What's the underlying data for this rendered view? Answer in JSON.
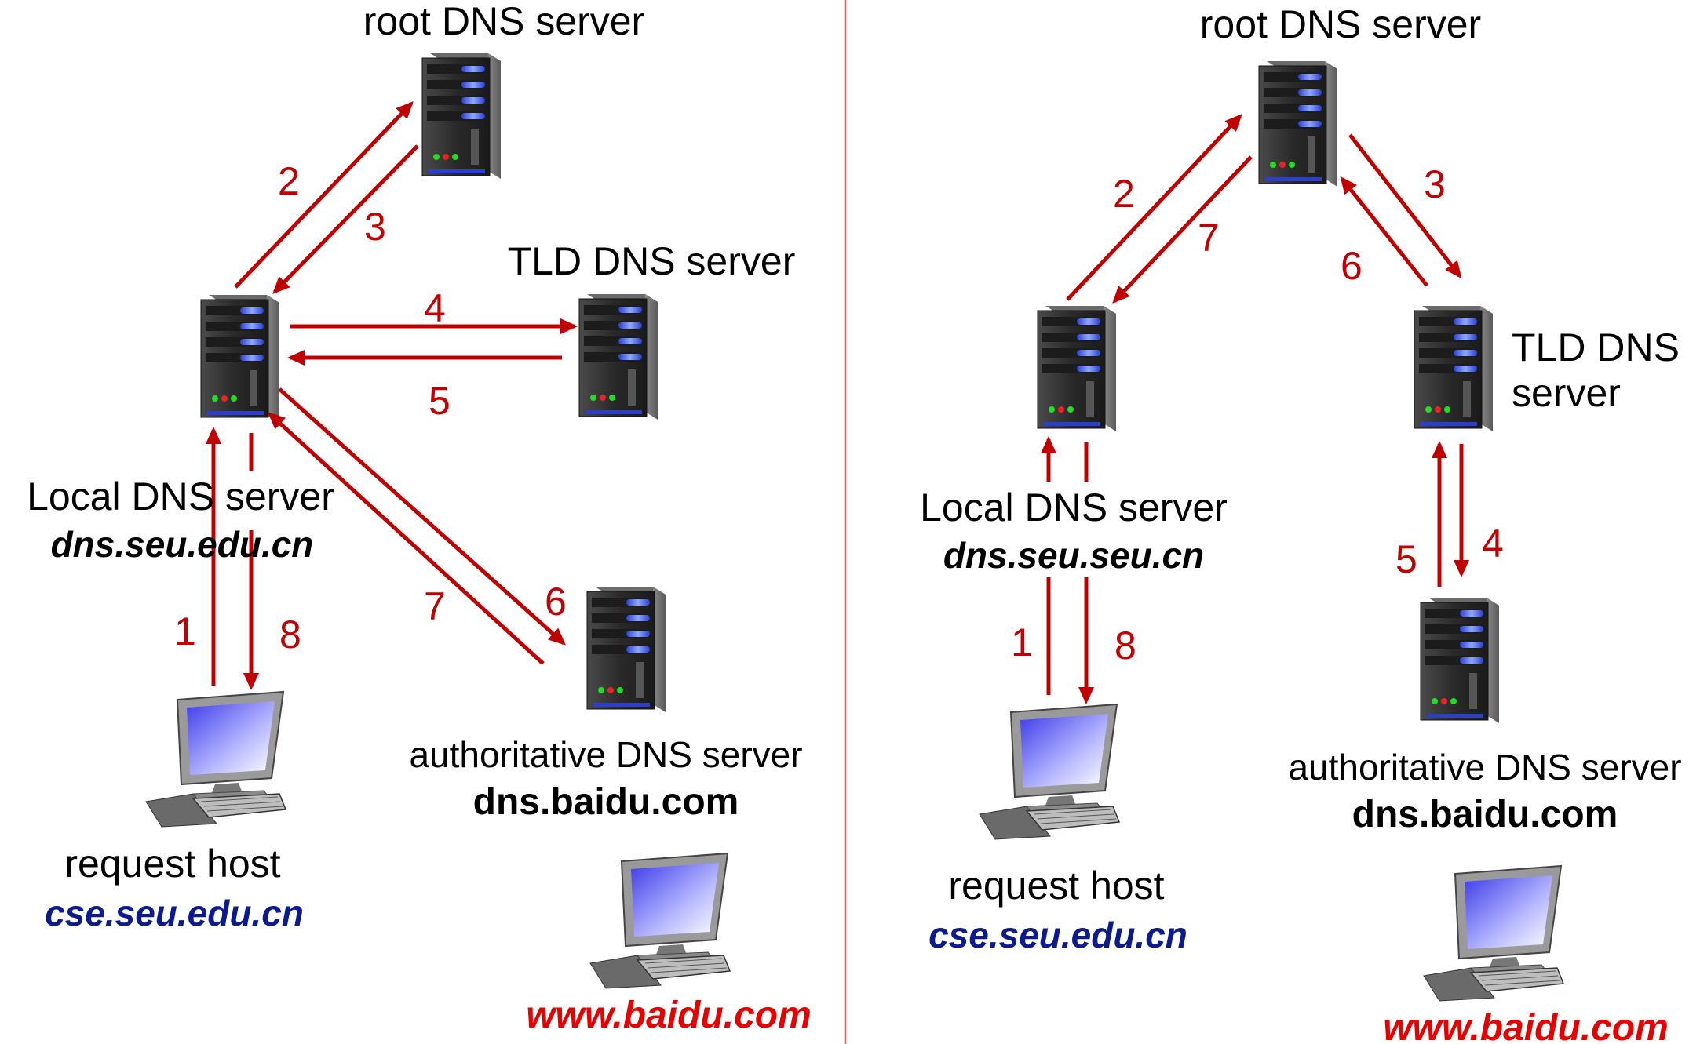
{
  "colors": {
    "arrow": "#c00000",
    "divider": "#e06060",
    "host_domain": "#0b1a8c",
    "web_domain": "#e60000",
    "text": "#000000"
  },
  "icons": {
    "server": "server-icon",
    "computer": "desktop-computer-icon"
  },
  "left": {
    "root_label": "root DNS server",
    "tld_label": "TLD DNS server",
    "local_label": "Local DNS server",
    "local_domain": "dns.seu.edu.cn",
    "auth_label": "authoritative DNS server",
    "auth_domain": "dns.baidu.com",
    "host_label": "request host",
    "host_domain": "cse.seu.edu.cn",
    "web_domain": "www.baidu.com",
    "steps": [
      "1",
      "2",
      "3",
      "4",
      "5",
      "6",
      "7",
      "8"
    ]
  },
  "right": {
    "root_label": "root DNS server",
    "tld_label_line1": "TLD DNS",
    "tld_label_line2": "server",
    "local_label": "Local DNS server",
    "local_domain": "dns.seu.seu.cn",
    "auth_label": "authoritative DNS server",
    "auth_domain": "dns.baidu.com",
    "host_label": "request host",
    "host_domain": "cse.seu.edu.cn",
    "web_domain": "www.baidu.com",
    "steps": [
      "1",
      "2",
      "3",
      "4",
      "5",
      "6",
      "7",
      "8"
    ]
  }
}
